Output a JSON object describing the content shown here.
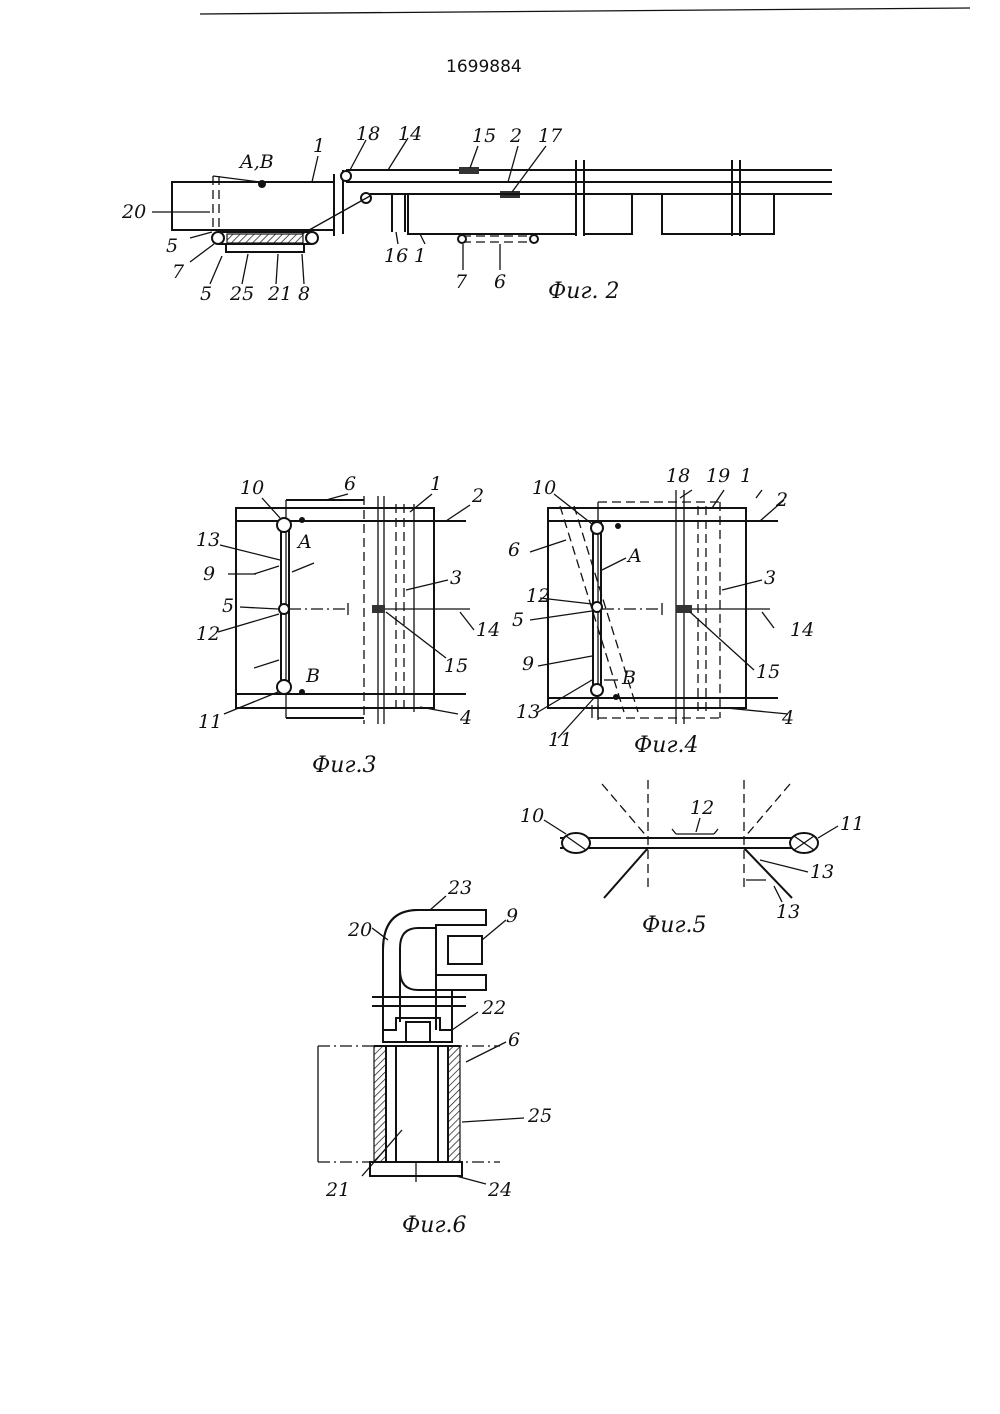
{
  "page": {
    "number": "1699884"
  },
  "figures": [
    {
      "caption": "Фиг. 2",
      "labels": [
        "A,B",
        "1",
        "18",
        "14",
        "15",
        "2",
        "17",
        "20",
        "5",
        "7",
        "5",
        "25",
        "21",
        "8",
        "16",
        "1",
        "7",
        "6"
      ]
    },
    {
      "caption": "Фиг.3",
      "labels": [
        "10",
        "6",
        "1",
        "2",
        "13",
        "A",
        "9",
        "3",
        "5",
        "12",
        "14",
        "15",
        "B",
        "11",
        "4"
      ]
    },
    {
      "caption": "Фиг.4",
      "labels": [
        "18",
        "19",
        "1",
        "10",
        "2",
        "6",
        "A",
        "3",
        "12",
        "5",
        "14",
        "15",
        "9",
        "B",
        "13",
        "11",
        "4"
      ]
    },
    {
      "caption": "Фиг.5",
      "labels": [
        "10",
        "12",
        "11",
        "13",
        "13"
      ]
    },
    {
      "caption": "Фиг.6",
      "labels": [
        "23",
        "20",
        "9",
        "22",
        "6",
        "25",
        "21",
        "24"
      ]
    }
  ]
}
